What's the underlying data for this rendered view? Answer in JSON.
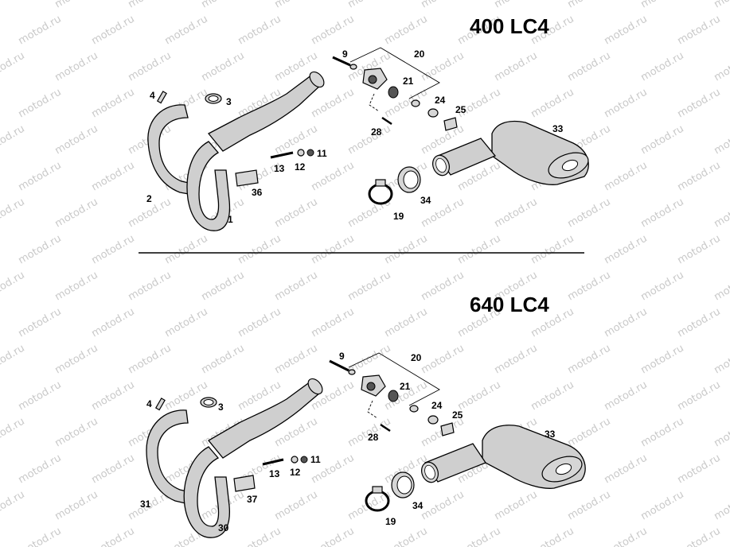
{
  "watermark": "motod.ru",
  "panels": [
    {
      "title": "400 LC4",
      "callouts": [
        "1",
        "2",
        "3",
        "4",
        "9",
        "11",
        "12",
        "13",
        "19",
        "20",
        "21",
        "24",
        "25",
        "28",
        "33",
        "34",
        "36"
      ]
    },
    {
      "title": "640 LC4",
      "callouts": [
        "3",
        "4",
        "9",
        "11",
        "12",
        "13",
        "19",
        "20",
        "21",
        "24",
        "25",
        "28",
        "30",
        "31",
        "33",
        "34",
        "37"
      ]
    }
  ]
}
